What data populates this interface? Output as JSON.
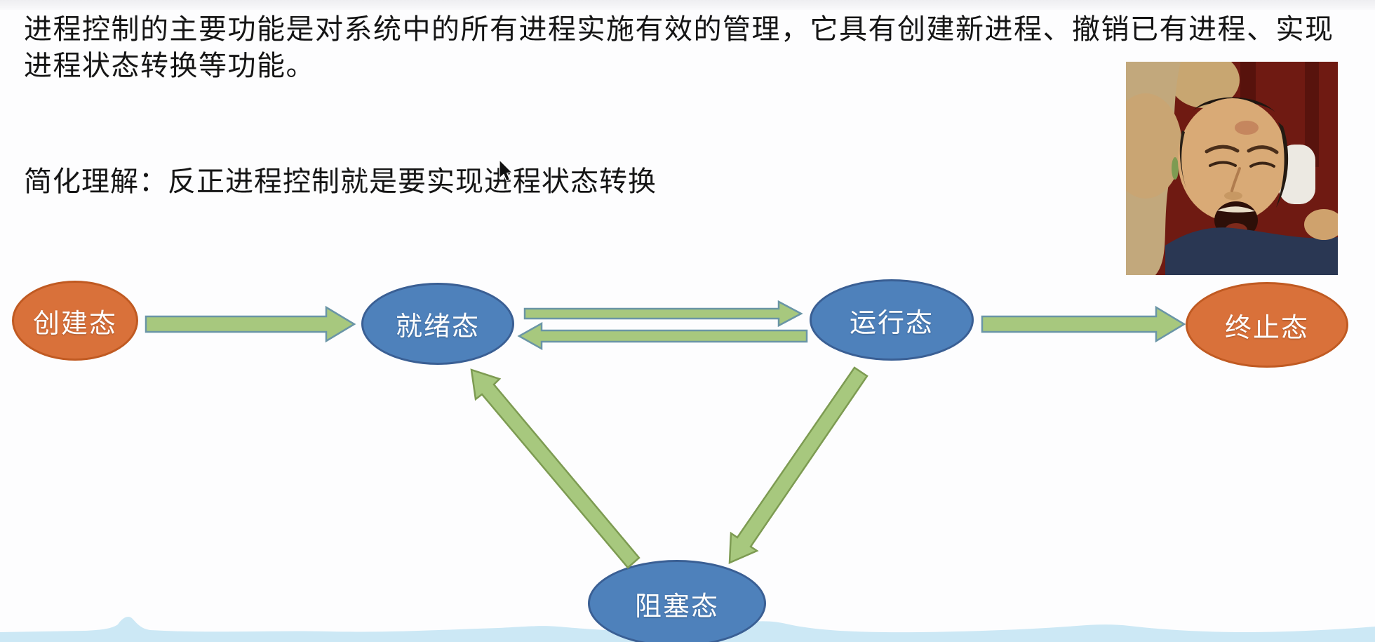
{
  "intro_paragraph": "进程控制的主要功能是对系统中的所有进程实施有效的管理，它具有创建新进程、撤销已有进程、实现进程状态转换等功能。",
  "simplified_note": "简化理解：反正进程控制就是要实现进程状态转换",
  "meme": {
    "description": "哭喊男子表情包"
  },
  "diagram": {
    "nodes": [
      {
        "id": "create",
        "label": "创建态",
        "color": "orange"
      },
      {
        "id": "ready",
        "label": "就绪态",
        "color": "blue"
      },
      {
        "id": "running",
        "label": "运行态",
        "color": "blue"
      },
      {
        "id": "terminated",
        "label": "终止态",
        "color": "orange"
      },
      {
        "id": "blocked",
        "label": "阻塞态",
        "color": "blue"
      }
    ],
    "transitions": [
      {
        "from": "创建态",
        "to": "就绪态"
      },
      {
        "from": "就绪态",
        "to": "运行态"
      },
      {
        "from": "运行态",
        "to": "就绪态"
      },
      {
        "from": "运行态",
        "to": "终止态"
      },
      {
        "from": "阻塞态",
        "to": "就绪态"
      },
      {
        "from": "运行态",
        "to": "阻塞态"
      }
    ]
  },
  "colors": {
    "node_blue_fill": "#4e81bb",
    "node_blue_border": "#3a5f94",
    "node_orange_fill": "#d9713a",
    "node_orange_border": "#c05a22",
    "arrow_fill": "#a7c87e",
    "arrow_outline_horizontal": "#6a95a6",
    "arrow_outline_diagonal": "#7d9b52",
    "wave_fill": "#cce8f5",
    "text_color": "#151515",
    "node_text_color": "#ffffff"
  }
}
